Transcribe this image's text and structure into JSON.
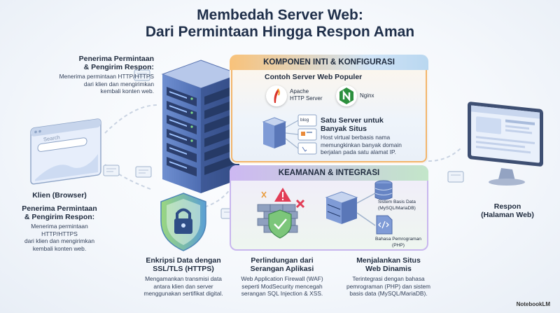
{
  "header": {
    "title_line1": "Membedah Server Web:",
    "title_line2": "Dari Permintaan Hingga Respon Aman"
  },
  "server_role": {
    "heading_line1": "Penerima Permintaan",
    "heading_line2": "& Pengirim Respon:",
    "body_line1": "Menerima permintaan HTTP/HTTPS",
    "body_line2": "dari klien dan mengirimkan",
    "body_line3": "kembali konten web."
  },
  "client": {
    "label": "Klien (Browser)",
    "search_placeholder": "Search",
    "heading_line1": "Penerima Permintaan",
    "heading_line2": "& Pengirim Respon:",
    "body_line1": "Menerima permintaan HTTP/HTTPS",
    "body_line2": "dari klien dan mengirimkan",
    "body_line3": "kembali konten web."
  },
  "core": {
    "panel_title": "KOMPONEN INTI & KONFIGURASI",
    "popular_title": "Contoh Server Web Populer",
    "apache_line1": "Apache",
    "apache_line2": "HTTP Server",
    "nginx": "Nginx",
    "vhost_title_line1": "Satu Server untuk",
    "vhost_title_line2": "Banyak Situs",
    "vhost_body_line1": "Host virtual berbasis nama",
    "vhost_body_line2": "memungkinkan banyak domain",
    "vhost_body_line3": "berjalan pada satu alamat IP.",
    "blog_tag": "blog"
  },
  "security": {
    "panel_title": "KEAMANAN & INTEGRASI",
    "db_line1": "Sistem Basis Data",
    "db_line2": "(MySQL/MariaDB)",
    "php_line1": "Bahasa Pemrograman",
    "php_line2": "(PHP)"
  },
  "ssl": {
    "heading_line1": "Enkripsi Data dengan",
    "heading_line2": "SSL/TLS (HTTPS)",
    "body_line1": "Mengamankan transmisi data",
    "body_line2": "antara klien dan server",
    "body_line3": "menggunakan sertifikat digital."
  },
  "waf": {
    "heading_line1": "Perlindungan dari",
    "heading_line2": "Serangan Aplikasi",
    "body_line1": "Web Application Firewall (WAF)",
    "body_line2": "seperti ModSecurity mencegah",
    "body_line3": "serangan SQL Injection & XSS."
  },
  "dynamic": {
    "heading_line1": "Menjalankan Situs",
    "heading_line2": "Web Dinamis",
    "body_line1": "Terintegrasi dengan bahasa",
    "body_line2": "pemrograman (PHP) dan sistem",
    "body_line3": "basis data (MySQL/MariaDB)."
  },
  "response": {
    "line1": "Respon",
    "line2": "(Halaman Web)"
  },
  "brand": "NotebookLM",
  "colors": {
    "core_accent": "#f3b56b",
    "security_accent": "#c8b6ee",
    "server_blue": "#5b7fc2",
    "shield_green": "#7cc67a"
  }
}
